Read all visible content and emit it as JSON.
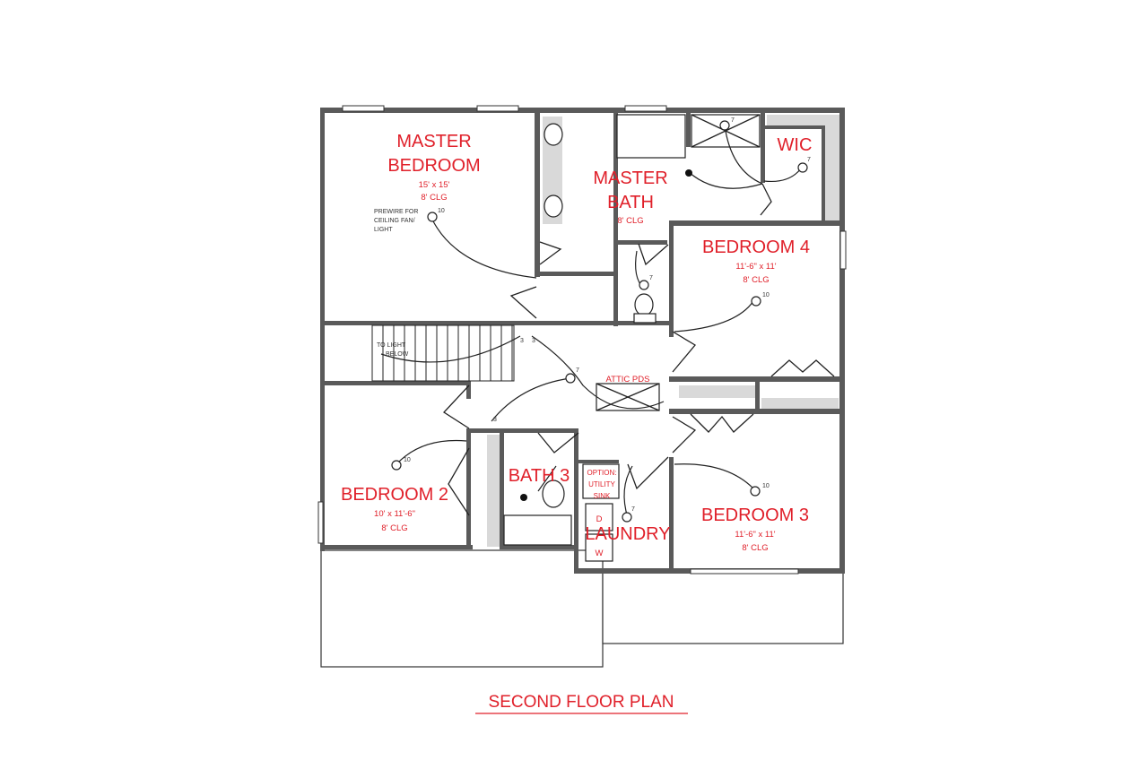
{
  "title": "SECOND FLOOR PLAN",
  "colors": {
    "label": "#e0202a",
    "wall": "#5a5a5a",
    "fill": "#d9d9d9"
  },
  "rooms": {
    "master_bedroom": {
      "name_line1": "MASTER",
      "name_line2": "BEDROOM",
      "size": "15' x 15'",
      "ceiling": "8' CLG"
    },
    "master_bath": {
      "name_line1": "MASTER",
      "name_line2": "BATH",
      "ceiling": "8' CLG"
    },
    "wic": {
      "name": "WIC"
    },
    "bedroom4": {
      "name": "BEDROOM 4",
      "size": "11'-6\" x 11'",
      "ceiling": "8' CLG"
    },
    "bedroom2": {
      "name": "BEDROOM 2",
      "size": "10' x 11'-6\"",
      "ceiling": "8' CLG"
    },
    "bath3": {
      "name": "BATH 3"
    },
    "laundry": {
      "name": "LAUNDRY",
      "dryer": "D",
      "washer": "W"
    },
    "bedroom3": {
      "name": "BEDROOM 3",
      "size": "11'-6\" x 11'",
      "ceiling": "8' CLG"
    }
  },
  "notes": {
    "prewire_line1": "PREWIRE FOR",
    "prewire_line2": "CEILING FAN/",
    "prewire_line3": "LIGHT",
    "to_light_line1": "TO LIGHT",
    "to_light_line2": "BELOW",
    "attic": "ATTIC PDS",
    "utility_line1": "OPTION:",
    "utility_line2": "UTILITY",
    "utility_line3": "SINK"
  },
  "fixture_numbers": {
    "master_fan": "10",
    "bed4_light": "10",
    "bed2_light": "10",
    "bed3_light": "10",
    "hall_light": "7",
    "wic_light": "7",
    "shower_light": "7",
    "wc_light": "7",
    "laundry_light": "7",
    "switch_a": "3",
    "switch_b": "3",
    "switch_c": "3"
  }
}
